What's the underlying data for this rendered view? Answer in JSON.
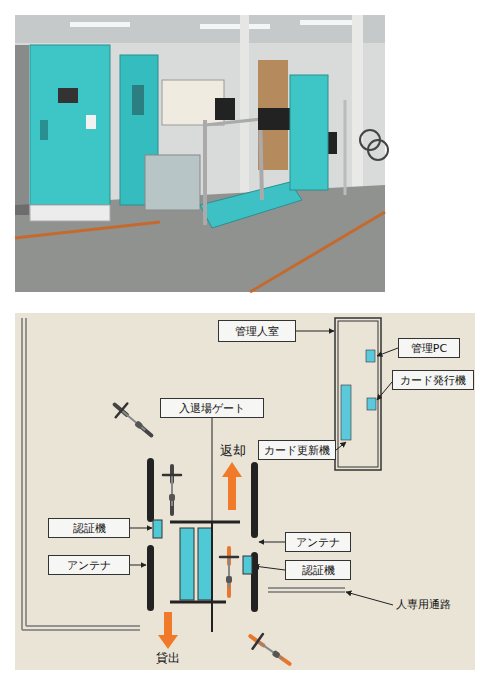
{
  "diagram": {
    "nodes": [
      {
        "text": [
          "管理人室"
        ]
      },
      {
        "text": [
          "管理PC"
        ]
      },
      {
        "text": [
          "カード発行機"
        ]
      },
      {
        "text": [
          "入退場ゲート"
        ]
      },
      {
        "text": [
          "カード更新機"
        ]
      },
      {
        "text": [
          "認証機"
        ]
      },
      {
        "text": [
          "アンテナ"
        ]
      },
      {
        "text": [
          "アンテナ"
        ]
      },
      {
        "text": [
          "認証機"
        ]
      }
    ],
    "labels": [
      "返却",
      "人専用通路",
      "貸出"
    ]
  }
}
